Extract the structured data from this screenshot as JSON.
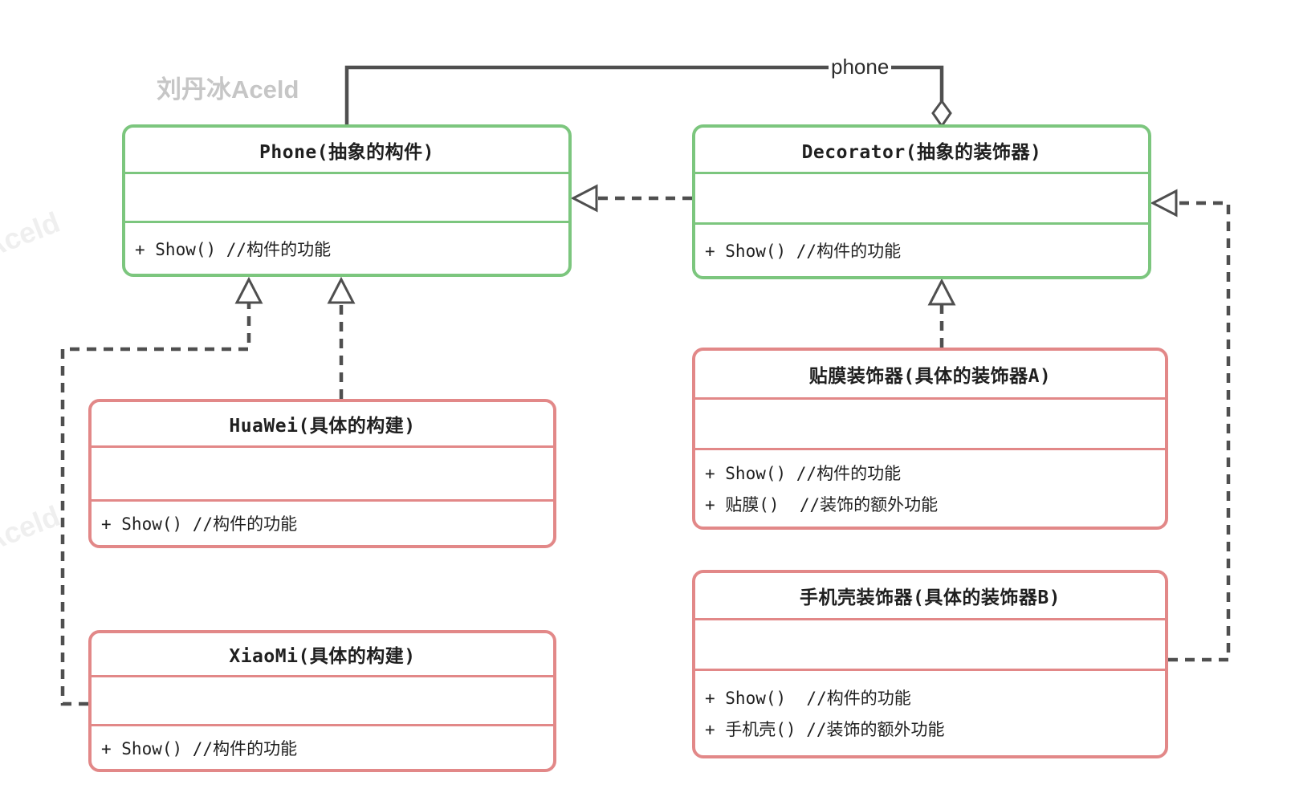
{
  "watermark": {
    "main": "刘丹冰Aceld",
    "side": "Aceld"
  },
  "association": {
    "label": "phone"
  },
  "classes": {
    "phone": {
      "name": "Phone(抽象的构件)",
      "methods": [
        "+ Show() //构件的功能"
      ]
    },
    "decorator": {
      "name": "Decorator(抽象的装饰器)",
      "methods": [
        "+ Show() //构件的功能"
      ]
    },
    "huawei": {
      "name": "HuaWei(具体的构建)",
      "methods": [
        "+ Show() //构件的功能"
      ]
    },
    "xiaomi": {
      "name": "XiaoMi(具体的构建)",
      "methods": [
        "+ Show() //构件的功能"
      ]
    },
    "film_decorator": {
      "name": "贴膜装饰器(具体的装饰器A)",
      "methods": [
        "+ Show() //构件的功能",
        "+ 贴膜()  //装饰的额外功能"
      ]
    },
    "case_decorator": {
      "name": "手机壳装饰器(具体的装饰器B)",
      "methods": [
        "+ Show()  //构件的功能",
        "+ 手机壳() //装饰的额外功能"
      ]
    }
  },
  "colors": {
    "abstract_border": "#7cc67e",
    "concrete_border": "#e28888",
    "connector": "#4f4f4f",
    "text": "#1f1f1f",
    "watermark_main": "#c6c6c6",
    "watermark_side": "#efefef"
  }
}
